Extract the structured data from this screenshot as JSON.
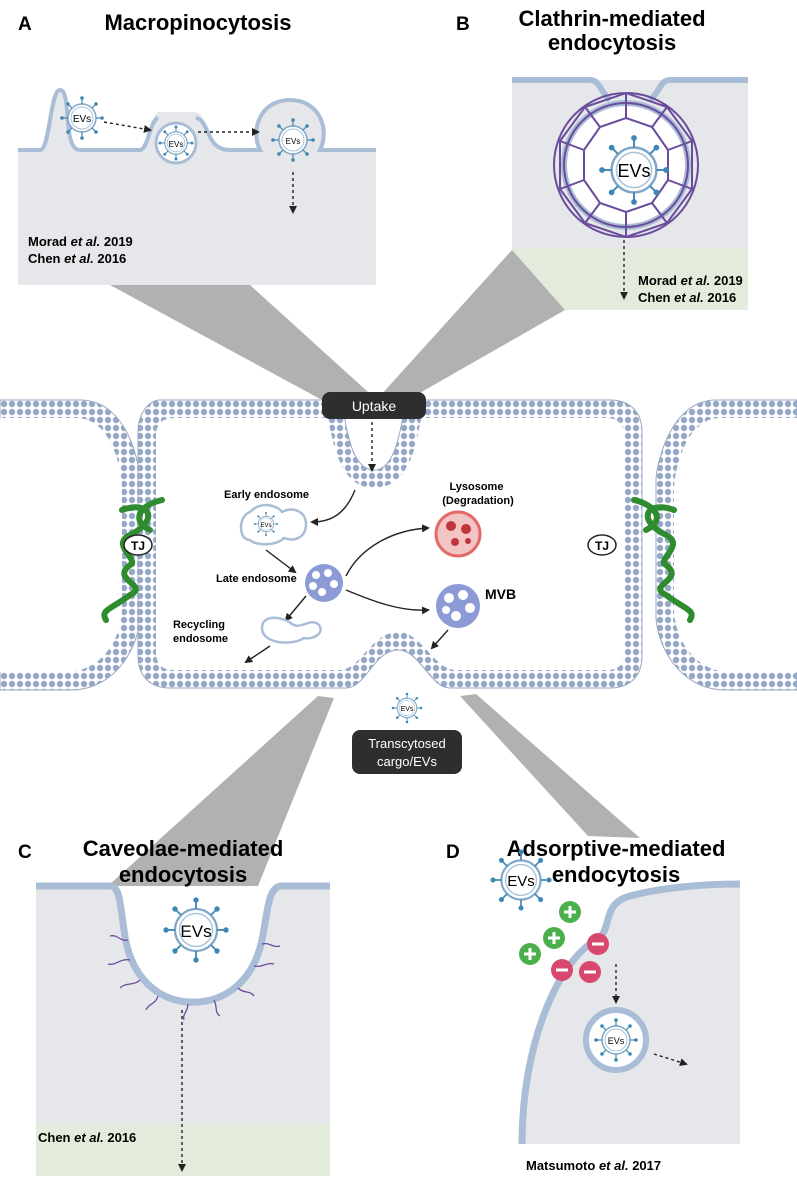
{
  "panels": {
    "a": {
      "letter": "A",
      "title": "Macropinocytosis",
      "refs": [
        "Morad ",
        "et al.",
        " 2019",
        "Chen ",
        "et al.",
        " 2016"
      ]
    },
    "b": {
      "letter": "B",
      "title_1": "Clathrin-mediated",
      "title_2": "endocytosis",
      "refs": [
        "Morad ",
        "et al.",
        " 2019",
        "Chen ",
        "et al.",
        " 2016"
      ]
    },
    "c": {
      "letter": "C",
      "title_1": "Caveolae-mediated",
      "title_2": "endocytosis",
      "refs": [
        "Chen ",
        "et al.",
        " 2016"
      ]
    },
    "d": {
      "letter": "D",
      "title_1": "Adsorptive-mediated",
      "title_2": "endocytosis",
      "refs": [
        "Matsumoto ",
        "et al.",
        " 2017"
      ]
    }
  },
  "center": {
    "uptake": "Uptake",
    "early_endosome": "Early endosome",
    "late_endosome": "Late endosome",
    "recycling_1": "Recycling",
    "recycling_2": "endosome",
    "lysosome_1": "Lysosome",
    "lysosome_2": "(Degradation)",
    "mvb": "MVB",
    "tj": "TJ",
    "transcytosed_1": "Transcytosed",
    "transcytosed_2": "cargo/EVs"
  },
  "ev_label": "EVs",
  "colors": {
    "membrane": "#a9bdd6",
    "membrane_dark": "#7f96b8",
    "cytoplasm": "#e6e7ea",
    "basal": "#e3ecdc",
    "clathrin": "#6a4c9c",
    "tight_junction": "#2e8b2e",
    "lysosome": "#e46a6a",
    "mvb": "#8c9ad6",
    "positive_charge": "#4bb04b",
    "negative_charge": "#d8486e"
  }
}
